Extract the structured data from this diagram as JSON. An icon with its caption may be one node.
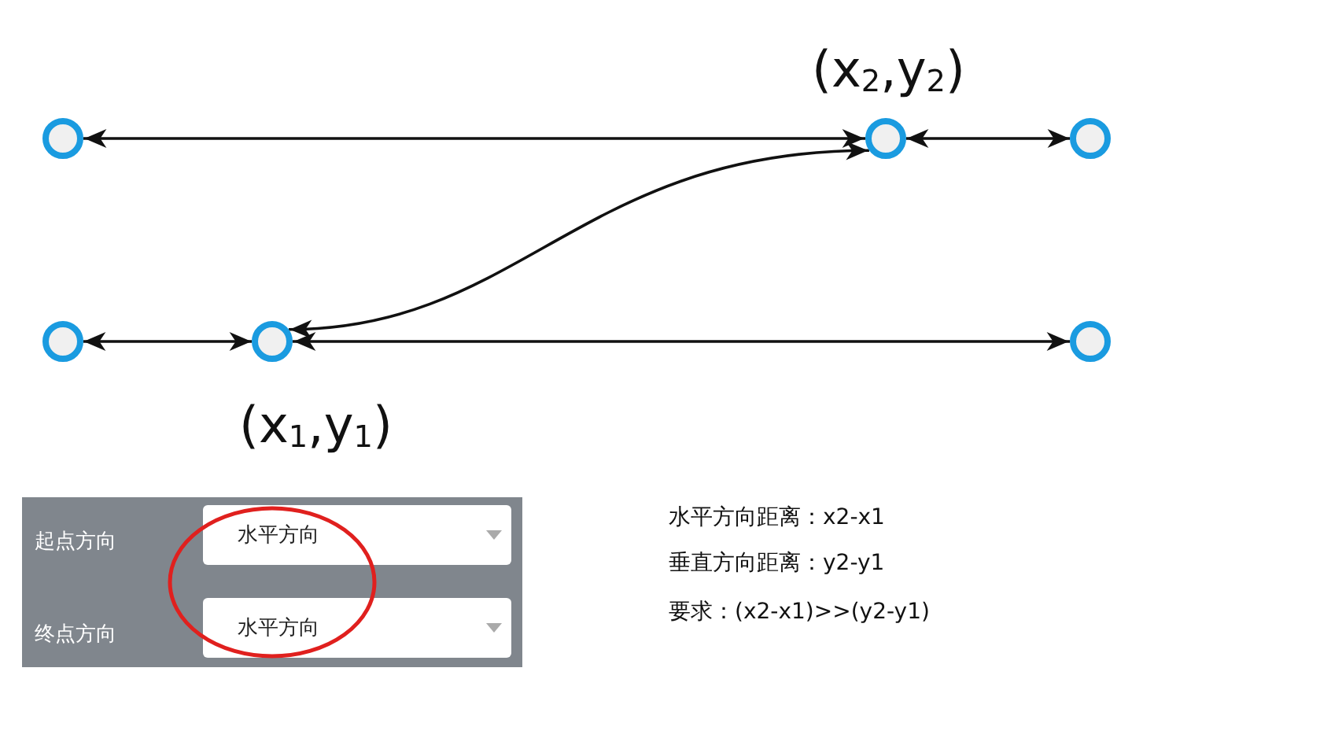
{
  "diagram": {
    "nodes": [
      {
        "text": [],
        "shape": "circle"
      },
      {
        "text": [],
        "shape": "circle",
        "beside": [
          "(x$_{2}$,y$_{2}$)"
        ]
      },
      {
        "text": [],
        "shape": "circle"
      },
      {
        "text": [],
        "shape": "circle"
      },
      {
        "text": [],
        "shape": "circle",
        "beside": [
          "(x$_{1}$,y$_{1}$)"
        ]
      },
      {
        "text": [],
        "shape": "circle"
      }
    ],
    "edges": [
      {
        "from": 0,
        "to": 1,
        "arrow": "both"
      },
      {
        "from": 1,
        "to": 2,
        "arrow": "both"
      },
      {
        "from": 4,
        "to": 1,
        "arrow": "both"
      },
      {
        "from": 3,
        "to": 4,
        "arrow": "both"
      },
      {
        "from": 4,
        "to": 5,
        "arrow": "both"
      }
    ],
    "labels": [
      "起点方向",
      "水平方向",
      "终点方向",
      "水平方向",
      "水平方向距离：x2-x1",
      "垂直方向距离：y2-y1",
      "要求：(x2-x1)>>(y2-y1)"
    ]
  }
}
